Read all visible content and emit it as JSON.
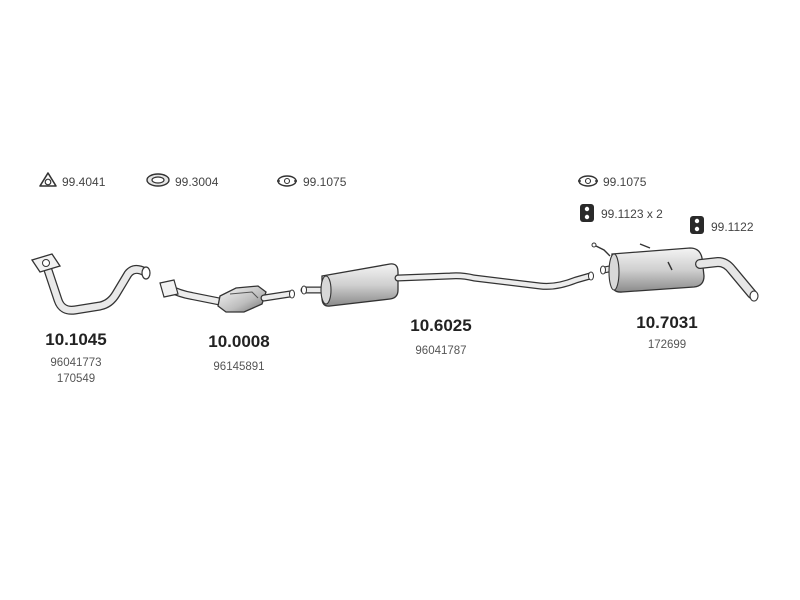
{
  "accessories": [
    {
      "code": "99.4041",
      "icon": "triangle-gasket-icon"
    },
    {
      "code": "99.3004",
      "icon": "ring-gasket-icon"
    },
    {
      "code": "99.1075",
      "icon": "clamp-icon"
    },
    {
      "code": "99.1075",
      "icon": "clamp-icon"
    },
    {
      "code": "99.1123 x 2",
      "icon": "rubber-hanger-icon"
    },
    {
      "code": "99.1122",
      "icon": "rubber-hanger-icon"
    }
  ],
  "parts": [
    {
      "code": "10.1045",
      "refs": [
        "96041773",
        "170549"
      ],
      "name": "front-pipe"
    },
    {
      "code": "10.0008",
      "refs": [
        "96145891"
      ],
      "name": "catalytic-converter"
    },
    {
      "code": "10.6025",
      "refs": [
        "96041787"
      ],
      "name": "middle-silencer"
    },
    {
      "code": "10.7031",
      "refs": [
        "172699"
      ],
      "name": "rear-silencer"
    }
  ],
  "colors": {
    "metal_light": "#f2f2f2",
    "metal_mid": "#c8c8c8",
    "metal_dark": "#7a7a7a",
    "outline": "#333333"
  }
}
